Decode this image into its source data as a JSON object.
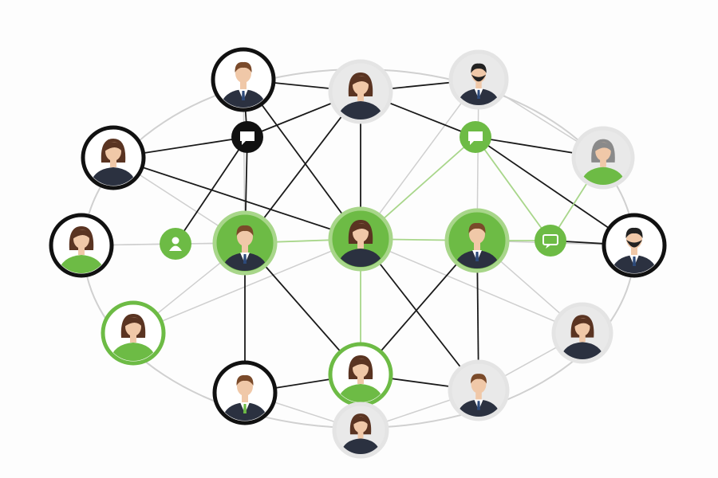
{
  "diagram": {
    "kind": "social-network",
    "colors": {
      "accent": "#6dbb45",
      "accent_light": "#a8d68a",
      "dark": "#111111",
      "edge_light": "#cfcfcf",
      "ring_light": "#e4e4e4",
      "skin": "#f0c8a8",
      "suit": "#2b3140"
    },
    "nodes": [
      {
        "id": 1,
        "type": "person",
        "gender": "m",
        "ring": "dark"
      },
      {
        "id": 2,
        "type": "person",
        "gender": "f",
        "ring": "light"
      },
      {
        "id": 3,
        "type": "person",
        "gender": "m",
        "ring": "light",
        "beard": true
      },
      {
        "id": 4,
        "type": "person",
        "gender": "f",
        "ring": "dark"
      },
      {
        "id": 5,
        "type": "icon",
        "icon": "chat-icon",
        "style": "dark"
      },
      {
        "id": 6,
        "type": "icon",
        "icon": "chat-icon",
        "style": "green"
      },
      {
        "id": 7,
        "type": "person",
        "gender": "f",
        "ring": "light",
        "grey": true
      },
      {
        "id": 8,
        "type": "person",
        "gender": "f",
        "ring": "dark"
      },
      {
        "id": 9,
        "type": "icon",
        "icon": "user-icon",
        "style": "green"
      },
      {
        "id": 10,
        "type": "person",
        "gender": "m",
        "ring": "green-fill"
      },
      {
        "id": 11,
        "type": "person",
        "gender": "f",
        "ring": "green-fill"
      },
      {
        "id": 12,
        "type": "person",
        "gender": "m",
        "ring": "green-fill"
      },
      {
        "id": 13,
        "type": "icon",
        "icon": "message-icon",
        "style": "green"
      },
      {
        "id": 14,
        "type": "person",
        "gender": "m",
        "ring": "dark",
        "beard": true
      },
      {
        "id": 15,
        "type": "person",
        "gender": "f",
        "ring": "green"
      },
      {
        "id": 16,
        "type": "person",
        "gender": "f",
        "ring": "light"
      },
      {
        "id": 17,
        "type": "person",
        "gender": "m",
        "ring": "dark"
      },
      {
        "id": 18,
        "type": "person",
        "gender": "f",
        "ring": "green"
      },
      {
        "id": 19,
        "type": "person",
        "gender": "m",
        "ring": "light"
      },
      {
        "id": 20,
        "type": "person",
        "gender": "f",
        "ring": "light"
      }
    ],
    "edges": [
      {
        "a": 1,
        "b": 2,
        "style": "dark"
      },
      {
        "a": 4,
        "b": 5,
        "style": "dark"
      },
      {
        "a": 5,
        "b": 2,
        "style": "dark"
      },
      {
        "a": 1,
        "b": 5,
        "style": "dark"
      },
      {
        "a": 1,
        "b": 11,
        "style": "dark"
      },
      {
        "a": 5,
        "b": 9,
        "style": "dark"
      },
      {
        "a": 5,
        "b": 10,
        "style": "dark"
      },
      {
        "a": 2,
        "b": 11,
        "style": "dark"
      },
      {
        "a": 2,
        "b": 3,
        "style": "dark"
      },
      {
        "a": 2,
        "b": 10,
        "style": "dark"
      },
      {
        "a": 2,
        "b": 6,
        "style": "dark"
      },
      {
        "a": 4,
        "b": 11,
        "style": "dark"
      },
      {
        "a": 6,
        "b": 14,
        "style": "dark"
      },
      {
        "a": 3,
        "b": 7,
        "style": "light"
      },
      {
        "a": 6,
        "b": 7,
        "style": "dark"
      },
      {
        "a": 6,
        "b": 11,
        "style": "green"
      },
      {
        "a": 6,
        "b": 13,
        "style": "green"
      },
      {
        "a": 13,
        "b": 7,
        "style": "green"
      },
      {
        "a": 10,
        "b": 11,
        "style": "green"
      },
      {
        "a": 11,
        "b": 12,
        "style": "green"
      },
      {
        "a": 12,
        "b": 13,
        "style": "green"
      },
      {
        "a": 13,
        "b": 14,
        "style": "dark"
      },
      {
        "a": 10,
        "b": 18,
        "style": "dark"
      },
      {
        "a": 10,
        "b": 17,
        "style": "dark"
      },
      {
        "a": 11,
        "b": 19,
        "style": "dark"
      },
      {
        "a": 11,
        "b": 18,
        "style": "green"
      },
      {
        "a": 12,
        "b": 18,
        "style": "dark"
      },
      {
        "a": 12,
        "b": 19,
        "style": "dark"
      },
      {
        "a": 17,
        "b": 18,
        "style": "dark"
      },
      {
        "a": 18,
        "b": 19,
        "style": "dark"
      },
      {
        "a": 8,
        "b": 9,
        "style": "light"
      },
      {
        "a": 4,
        "b": 10,
        "style": "light"
      },
      {
        "a": 9,
        "b": 10,
        "style": "light"
      },
      {
        "a": 15,
        "b": 11,
        "style": "light"
      },
      {
        "a": 15,
        "b": 10,
        "style": "light"
      },
      {
        "a": 16,
        "b": 12,
        "style": "light"
      },
      {
        "a": 16,
        "b": 11,
        "style": "light"
      },
      {
        "a": 3,
        "b": 12,
        "style": "light"
      },
      {
        "a": 14,
        "b": 12,
        "style": "light"
      },
      {
        "a": 8,
        "b": 10,
        "style": "light"
      },
      {
        "a": 17,
        "b": 20,
        "style": "light"
      },
      {
        "a": 19,
        "b": 20,
        "style": "light"
      },
      {
        "a": 3,
        "b": 11,
        "style": "light"
      },
      {
        "a": 1,
        "b": 10,
        "style": "light"
      },
      {
        "a": 16,
        "b": 19,
        "style": "light"
      }
    ]
  }
}
